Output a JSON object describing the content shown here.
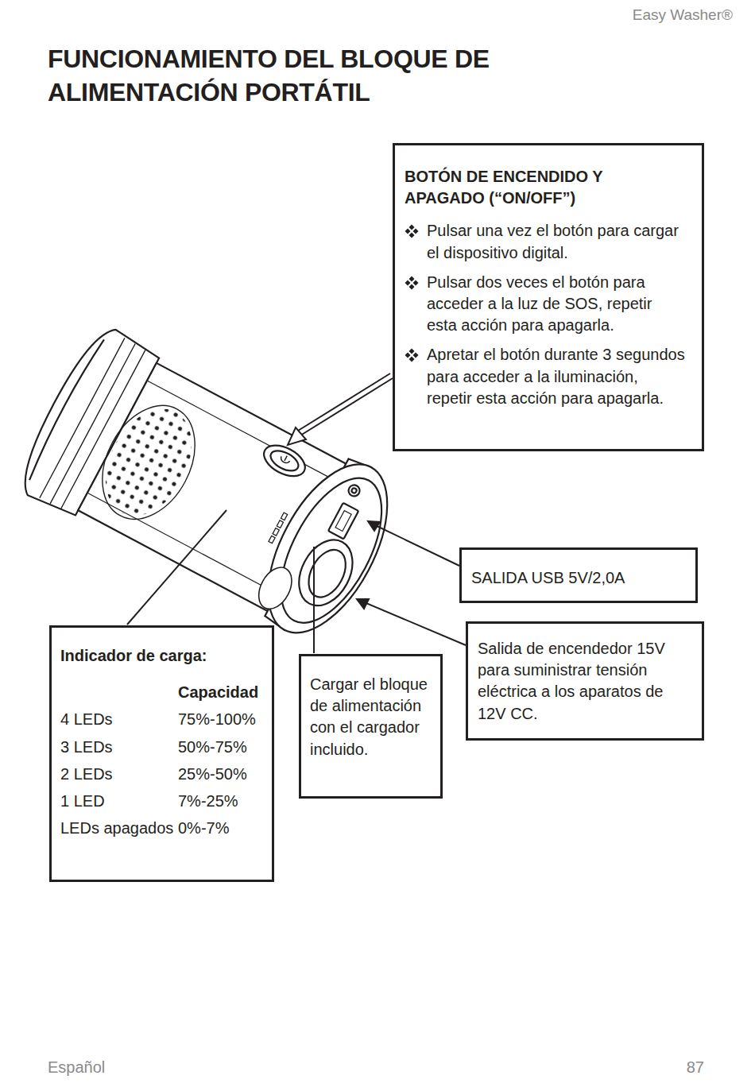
{
  "diagram": {
    "title": "FUNCIONAMIENTO DEL BLOQUE DE ALIMENTACIÓN PORTÁTIL",
    "nodes": [
      {
        "text": [
          "BOTÓN DE ENCENDIDO Y APAGADO (“ON/OFF”)",
          "Pulsar una vez el botón para cargar el dispositivo digital.",
          "Pulsar dos veces el botón para acceder a la luz de SOS, repetir esta acción para apagarla.",
          "Apretar el botón durante 3 segundos para acceder a la iluminación, repetir esta acción para apagarla."
        ]
      },
      {
        "text": [
          "SALIDA USB 5V/2,0A"
        ]
      },
      {
        "text": [
          "Salida de encendedor 15V para suministrar tensión eléctrica a los aparatos de 12V CC."
        ]
      },
      {
        "text": [
          "Indicador de carga:",
          "Capacidad",
          "4 LEDs",
          "75%-100%",
          "3 LEDs",
          "50%-75%",
          "2 LEDs",
          "25%-50%",
          "1 LED",
          "7%-25%",
          "LEDs apagados",
          "0%-7%"
        ]
      },
      {
        "text": [
          "Cargar el bloque de alimentación con el cargador incluido."
        ]
      }
    ],
    "edges": [],
    "labels": [
      "Easy Washer®",
      "Español",
      "87"
    ]
  }
}
